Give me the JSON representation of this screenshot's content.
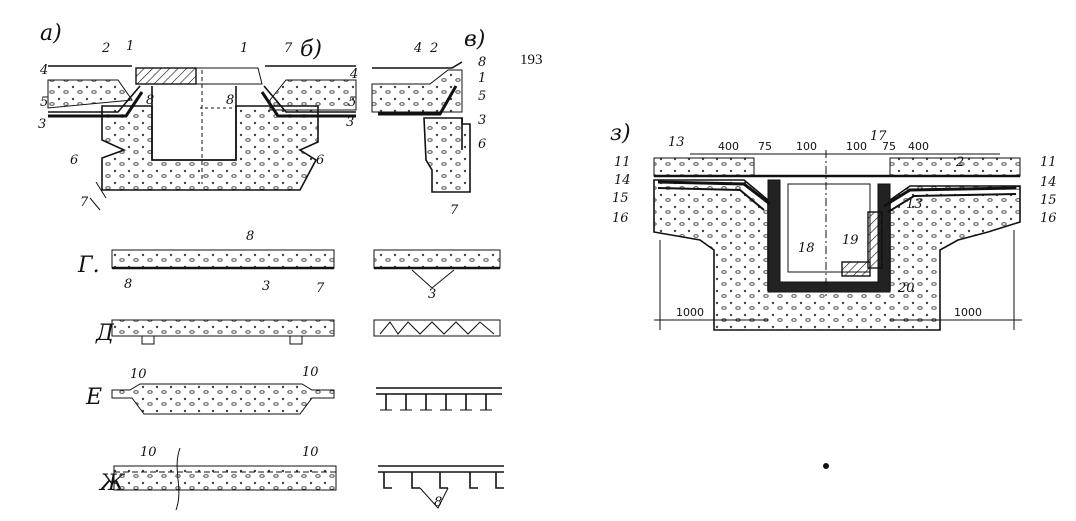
{
  "page_number": "193",
  "panels": {
    "a": "а)",
    "b": "б)",
    "v": "в)",
    "z": "з)",
    "g": "Г.",
    "d": "Д",
    "e": "Е",
    "zh": "Ж"
  },
  "labels_a": [
    "2",
    "1",
    "1",
    "7",
    "4",
    "4",
    "5",
    "5",
    "3",
    "3",
    "8",
    "8",
    "6",
    "6",
    "7"
  ],
  "labels_v": [
    "4",
    "2",
    "8",
    "1",
    "5",
    "3",
    "6",
    "7"
  ],
  "labels_g": [
    "8",
    "8",
    "3",
    "7",
    "3"
  ],
  "labels_e": [
    "10",
    "10"
  ],
  "labels_zh": [
    "10",
    "10",
    "8"
  ],
  "labels_z": [
    "13",
    "17",
    "2",
    "11",
    "11",
    "14",
    "14",
    "15",
    "15",
    "16",
    "16",
    "13",
    "18",
    "19",
    "20"
  ],
  "dims_z": [
    "400",
    "75",
    "100",
    "100",
    "75",
    "400",
    "1000",
    "1000"
  ]
}
